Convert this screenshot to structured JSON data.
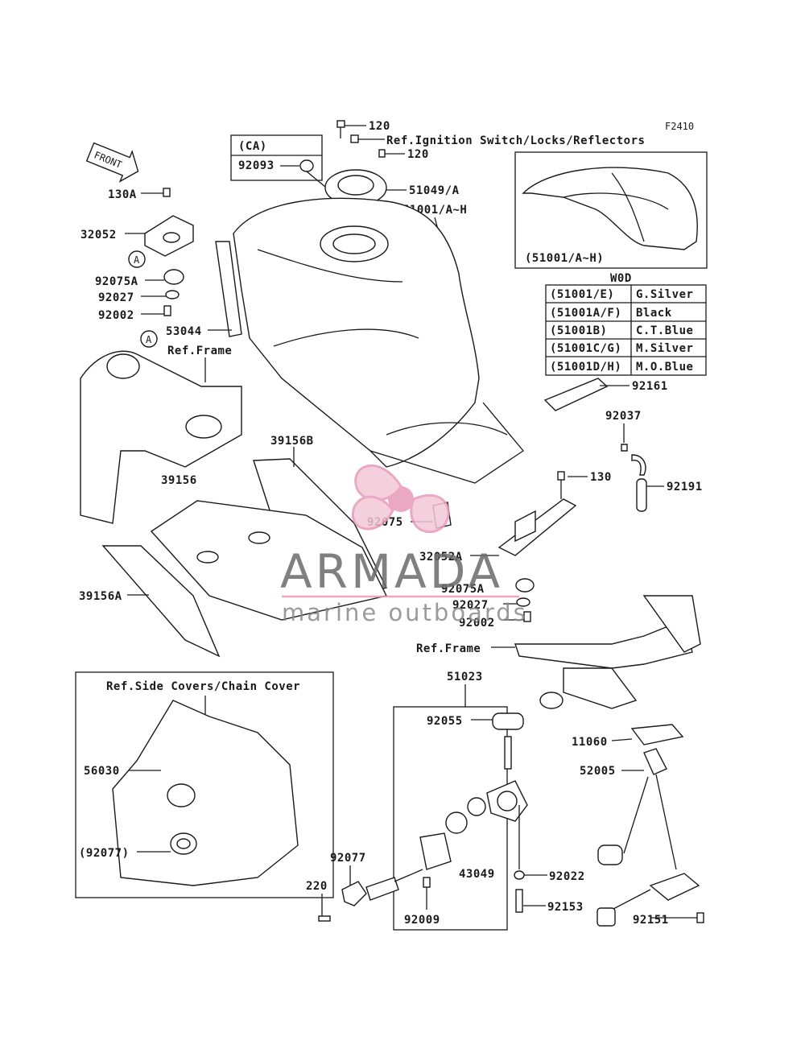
{
  "diagram_code": "F2410",
  "front_arrow": "FRONT",
  "ca_box": {
    "header": "(CA)",
    "part": "92093"
  },
  "inset_tank": {
    "caption": "(51001/A~H)"
  },
  "color_table": {
    "header": "W0D",
    "rows": [
      {
        "code": "(51001/E)",
        "color": "G.Silver"
      },
      {
        "code": "(51001A/F)",
        "color": "Black"
      },
      {
        "code": "(51001B)",
        "color": "C.T.Blue"
      },
      {
        "code": "(51001C/G)",
        "color": "M.Silver"
      },
      {
        "code": "(51001D/H)",
        "color": "M.O.Blue"
      }
    ]
  },
  "labels": {
    "p120a": "120",
    "ref_ignition": "Ref.Ignition Switch/Locks/Reflectors",
    "p120b": "120",
    "p51049": "51049/A",
    "p51001": "51001/A~H",
    "p130a": "130A",
    "p32052": "32052",
    "p92075a_l": "92075A",
    "p92027_l": "92027",
    "p92002_l": "92002",
    "p53044": "53044",
    "ref_frame_top": "Ref.Frame",
    "p39156b": "39156B",
    "p39156": "39156",
    "p39156a": "39156A",
    "p92161": "92161",
    "p92037": "92037",
    "p130": "130",
    "p92191": "92191",
    "p92075": "92075",
    "p32052a": "32052A",
    "p92075a_r": "92075A",
    "p92027_r": "92027",
    "p92002_r": "92002",
    "ref_frame_mid": "Ref.Frame",
    "ref_side_covers": "Ref.Side Covers/Chain Cover",
    "p56030": "56030",
    "p92077_paren": "(92077)",
    "p51023": "51023",
    "p92055": "92055",
    "p11060": "11060",
    "p52005": "52005",
    "p92077": "92077",
    "p43049": "43049",
    "p92022": "92022",
    "p220": "220",
    "p92009": "92009",
    "p92153": "92153",
    "p92151": "92151",
    "callout_a1": "A",
    "callout_a2": "A"
  },
  "watermark": {
    "title": "ARMADA",
    "subtitle": "marine outboards"
  },
  "colors": {
    "ink": "#1a1a1a",
    "logo_pink": "#e89ab8",
    "watermark_grey": "#6a6a6a"
  }
}
